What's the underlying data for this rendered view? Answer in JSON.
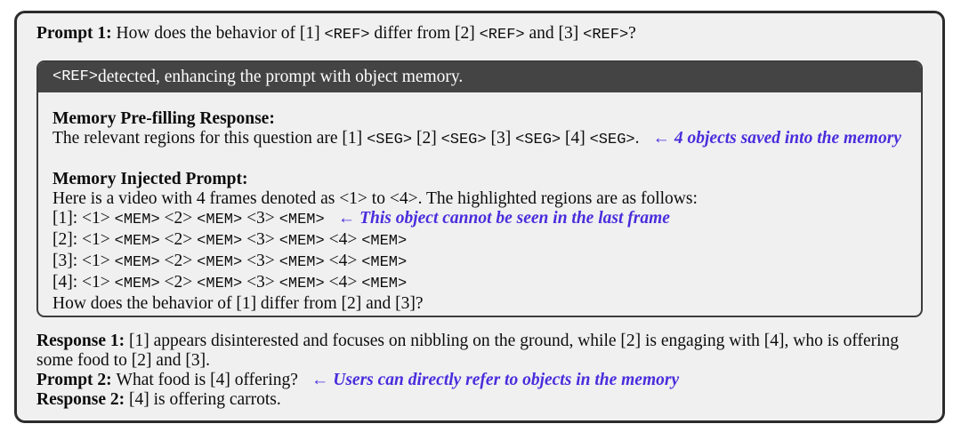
{
  "colors": {
    "page_bg": "#ffffff",
    "panel_bg": "#f0f0f1",
    "panel_border": "#2c2c2c",
    "inner_border": "#3d3d3d",
    "banner_bg": "#444444",
    "banner_text": "#ffffff",
    "body_text": "#0c0c0c",
    "note_text": "#4a2cdc"
  },
  "prompt1": {
    "runs": [
      {
        "t": "Prompt 1: ",
        "s": "bold"
      },
      {
        "t": "How does the behavior of [1] ",
        "s": "plain"
      },
      {
        "t": "<REF>",
        "s": "mono"
      },
      {
        "t": " differ from [2] ",
        "s": "plain"
      },
      {
        "t": "<REF>",
        "s": "mono"
      },
      {
        "t": " and [3] ",
        "s": "plain"
      },
      {
        "t": "<REF>",
        "s": "mono"
      },
      {
        "t": "?",
        "s": "plain"
      }
    ]
  },
  "memory_box": {
    "banner": {
      "runs": [
        {
          "t": "<REF>",
          "s": "mono"
        },
        {
          "t": " detected, enhancing the prompt with object memory.",
          "s": "plain"
        }
      ]
    },
    "prefill": {
      "heading_runs": [
        {
          "t": "Memory Pre-filling Response:",
          "s": "bold"
        }
      ],
      "response_runs": [
        {
          "t": "The relevant regions for this question are [1] ",
          "s": "plain"
        },
        {
          "t": "<SEG>",
          "s": "mono"
        },
        {
          "t": " [2] ",
          "s": "plain"
        },
        {
          "t": "<SEG>",
          "s": "mono"
        },
        {
          "t": " [3] ",
          "s": "plain"
        },
        {
          "t": "<SEG>",
          "s": "mono"
        },
        {
          "t": " [4] ",
          "s": "plain"
        },
        {
          "t": "<SEG>",
          "s": "mono"
        },
        {
          "t": ".",
          "s": "plain"
        },
        {
          "t": "← 4 objects saved into the memory",
          "s": "note"
        }
      ]
    },
    "injected": {
      "heading_runs": [
        {
          "t": "Memory Injected Prompt:",
          "s": "bold"
        }
      ],
      "intro_runs": [
        {
          "t": "Here is a video with 4 frames denoted as <1> to <4>. The highlighted regions are as follows:",
          "s": "plain"
        }
      ],
      "object_lines": [
        {
          "runs": [
            {
              "t": "[1]: <1> ",
              "s": "plain"
            },
            {
              "t": "<MEM>",
              "s": "mono"
            },
            {
              "t": " <2> ",
              "s": "plain"
            },
            {
              "t": "<MEM>",
              "s": "mono"
            },
            {
              "t": " <3> ",
              "s": "plain"
            },
            {
              "t": "<MEM>",
              "s": "mono"
            },
            {
              "t": "← This object cannot be seen in the last frame",
              "s": "note"
            }
          ]
        },
        {
          "runs": [
            {
              "t": "[2]: <1> ",
              "s": "plain"
            },
            {
              "t": "<MEM>",
              "s": "mono"
            },
            {
              "t": " <2> ",
              "s": "plain"
            },
            {
              "t": "<MEM>",
              "s": "mono"
            },
            {
              "t": " <3> ",
              "s": "plain"
            },
            {
              "t": "<MEM>",
              "s": "mono"
            },
            {
              "t": " <4> ",
              "s": "plain"
            },
            {
              "t": "<MEM>",
              "s": "mono"
            }
          ]
        },
        {
          "runs": [
            {
              "t": "[3]: <1> ",
              "s": "plain"
            },
            {
              "t": "<MEM>",
              "s": "mono"
            },
            {
              "t": " <2> ",
              "s": "plain"
            },
            {
              "t": "<MEM>",
              "s": "mono"
            },
            {
              "t": " <3> ",
              "s": "plain"
            },
            {
              "t": "<MEM>",
              "s": "mono"
            },
            {
              "t": " <4> ",
              "s": "plain"
            },
            {
              "t": "<MEM>",
              "s": "mono"
            }
          ]
        },
        {
          "runs": [
            {
              "t": "[4]: <1> ",
              "s": "plain"
            },
            {
              "t": "<MEM>",
              "s": "mono"
            },
            {
              "t": " <2> ",
              "s": "plain"
            },
            {
              "t": "<MEM>",
              "s": "mono"
            },
            {
              "t": " <3> ",
              "s": "plain"
            },
            {
              "t": "<MEM>",
              "s": "mono"
            },
            {
              "t": " <4> ",
              "s": "plain"
            },
            {
              "t": "<MEM>",
              "s": "mono"
            }
          ]
        }
      ],
      "question_runs": [
        {
          "t": "How does the behavior of [1] differ from [2] and [3]?",
          "s": "plain"
        }
      ]
    }
  },
  "dialog": {
    "response1_line1_runs": [
      {
        "t": "Response 1: ",
        "s": "bold"
      },
      {
        "t": "[1] appears disinterested and focuses on nibbling on the ground, while [2] is engaging with [4], who is offering",
        "s": "plain"
      }
    ],
    "response1_line2_runs": [
      {
        "t": "some food to [2] and [3].",
        "s": "plain"
      }
    ],
    "prompt2_runs": [
      {
        "t": "Prompt 2: ",
        "s": "bold"
      },
      {
        "t": "What food is [4] offering?",
        "s": "plain"
      },
      {
        "t": "← Users can directly refer to objects in the memory",
        "s": "note"
      }
    ],
    "response2_runs": [
      {
        "t": "Response 2: ",
        "s": "bold"
      },
      {
        "t": "[4] is offering carrots.",
        "s": "plain"
      }
    ]
  }
}
